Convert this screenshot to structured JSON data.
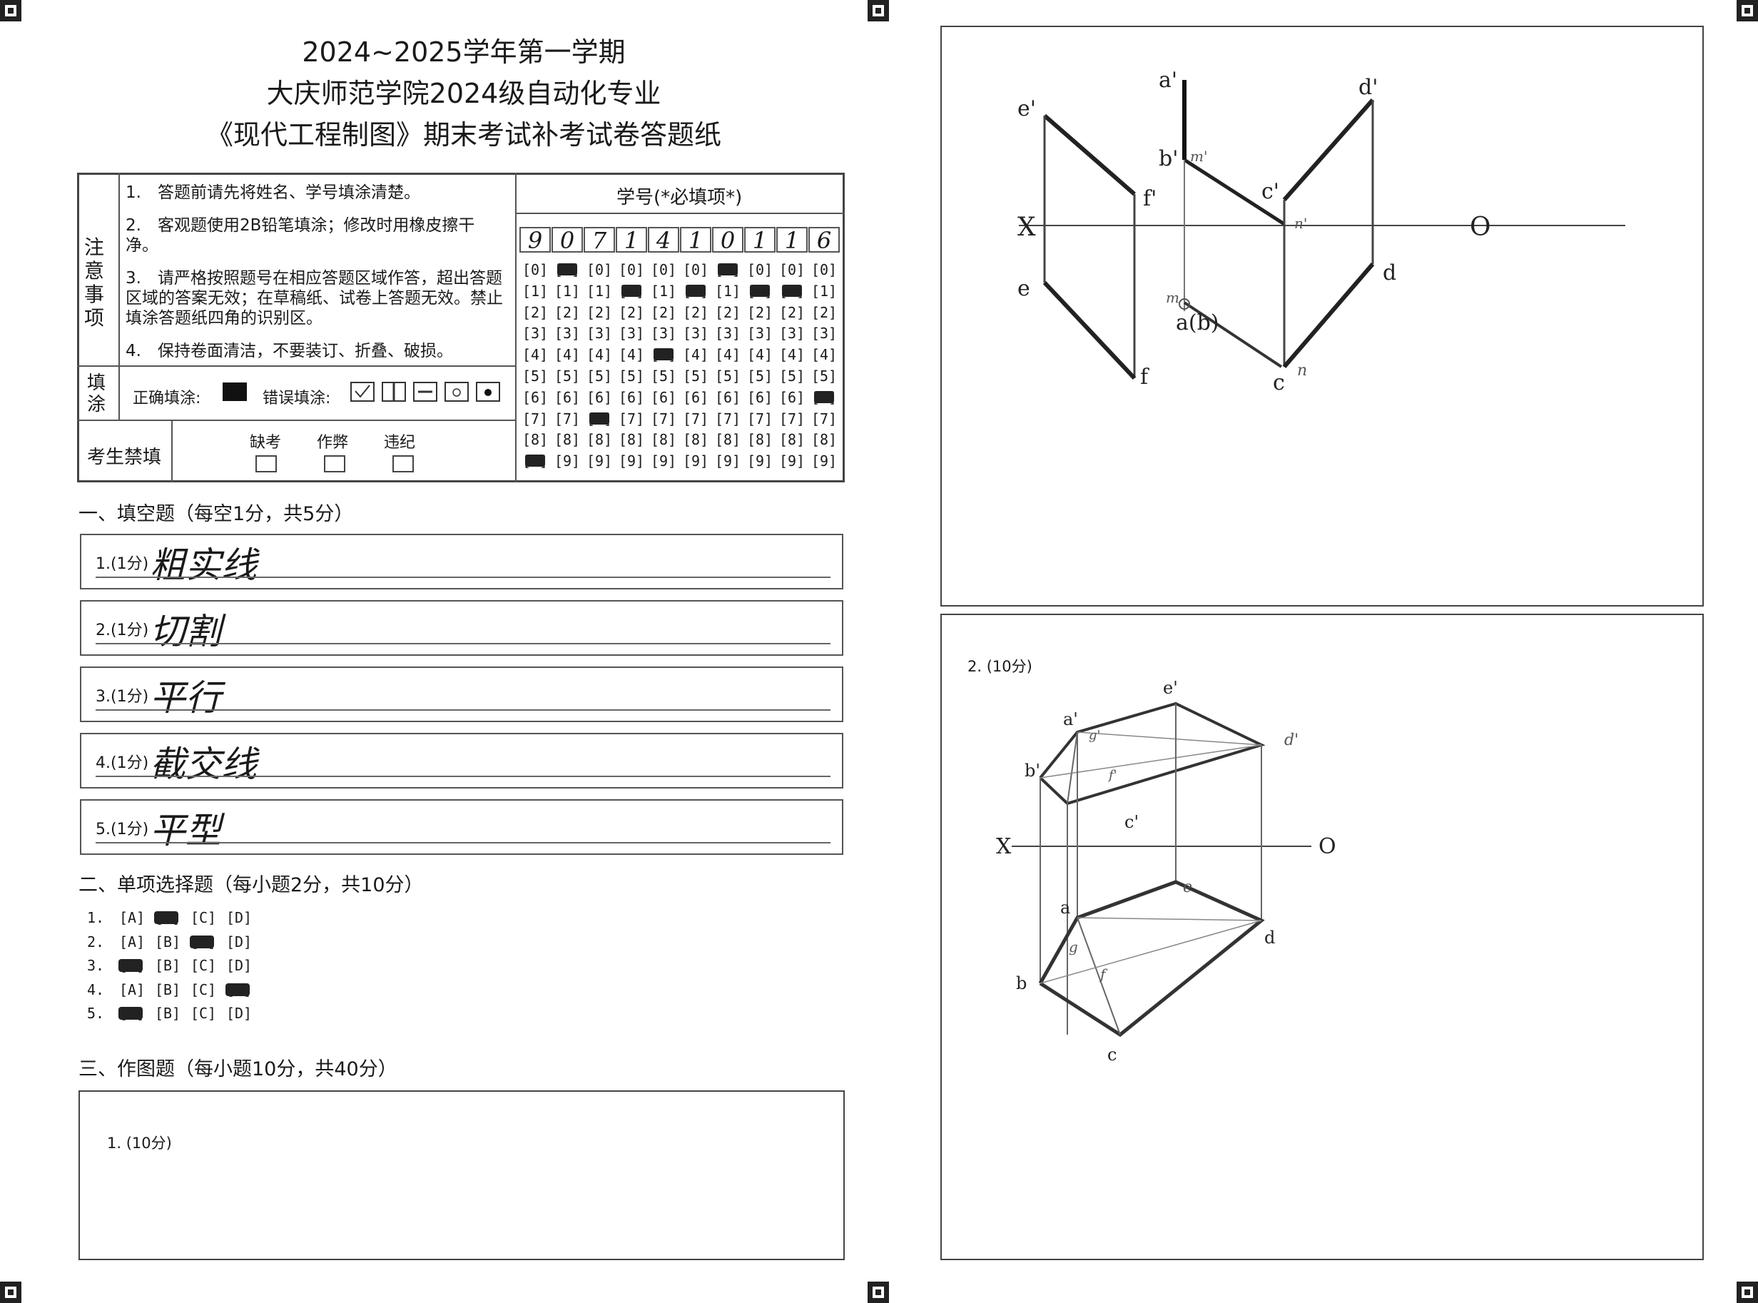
{
  "header": {
    "line1": "2024~2025学年第一学期",
    "line2": "大庆师范学院2024级自动化专业",
    "line3": "《现代工程制图》期末考试补考试卷答题纸"
  },
  "notes": {
    "label": "注意事项",
    "items": [
      "1.　答题前请先将姓名、学号填涂清楚。",
      "2.　客观题使用2B铅笔填涂；修改时用橡皮擦干净。",
      "3.　请严格按照题号在相应答题区域作答，超出答题区域的答案无效；在草稿纸、试卷上答题无效。禁止填涂答题纸四角的识别区。",
      "4.　保持卷面清洁，不要装订、折叠、破损。"
    ]
  },
  "fill_guide": {
    "label": "填涂",
    "correct": "正确填涂:",
    "wrong": "错误填涂:"
  },
  "forbidden": {
    "label": "考生禁填",
    "options": [
      "缺考",
      "作弊",
      "违纪"
    ]
  },
  "student_id": {
    "label": "学号(*必填项*)",
    "digits": [
      "9",
      "0",
      "7",
      "1",
      "4",
      "1",
      "0",
      "1",
      "1",
      "6"
    ],
    "bubble_rows": [
      "[0]",
      "[1]",
      "[2]",
      "[3]",
      "[4]",
      "[5]",
      "[6]",
      "[7]",
      "[8]",
      "[9]"
    ]
  },
  "fill_in": {
    "title": "一、填空题（每空1分，共5分）",
    "items": [
      {
        "label": "1.(1分)",
        "answer": "粗实线"
      },
      {
        "label": "2.(1分)",
        "answer": "切割"
      },
      {
        "label": "3.(1分)",
        "answer": "平行"
      },
      {
        "label": "4.(1分)",
        "answer": "截交线"
      },
      {
        "label": "5.(1分)",
        "answer": "平型"
      }
    ]
  },
  "single_choice": {
    "title": "二、单项选择题（每小题2分，共10分）",
    "options": [
      "[A]",
      "[B]",
      "[C]",
      "[D]"
    ],
    "items": [
      {
        "num": "1.",
        "selected": 1
      },
      {
        "num": "2.",
        "selected": 2
      },
      {
        "num": "3.",
        "selected": 0
      },
      {
        "num": "4.",
        "selected": 3
      },
      {
        "num": "5.",
        "selected": 0
      }
    ]
  },
  "drawing": {
    "title": "三、作图题（每小题10分，共40分）",
    "q1_label": "1. (10分)",
    "q2_label": "2. (10分)"
  },
  "figure1_labels": {
    "a_prime": "a'",
    "b_prime": "b'",
    "c_prime": "c'",
    "d_prime": "d'",
    "e_prime": "e'",
    "f_prime": "f'",
    "e": "e",
    "f": "f",
    "c": "c",
    "d": "d",
    "ab": "a(b)",
    "X": "X",
    "O": "O",
    "m_prime": "m'",
    "n_prime": "n'",
    "m": "m",
    "n": "n"
  },
  "figure2_labels": {
    "a_prime": "a'",
    "b_prime": "b'",
    "c_prime": "c'",
    "d_prime": "d'",
    "e_prime": "e'",
    "g_prime": "g'",
    "f_prime": "f'",
    "a": "a",
    "b": "b",
    "c": "c",
    "d": "d",
    "e": "e",
    "g": "g",
    "f": "f",
    "X": "X",
    "O": "O"
  }
}
